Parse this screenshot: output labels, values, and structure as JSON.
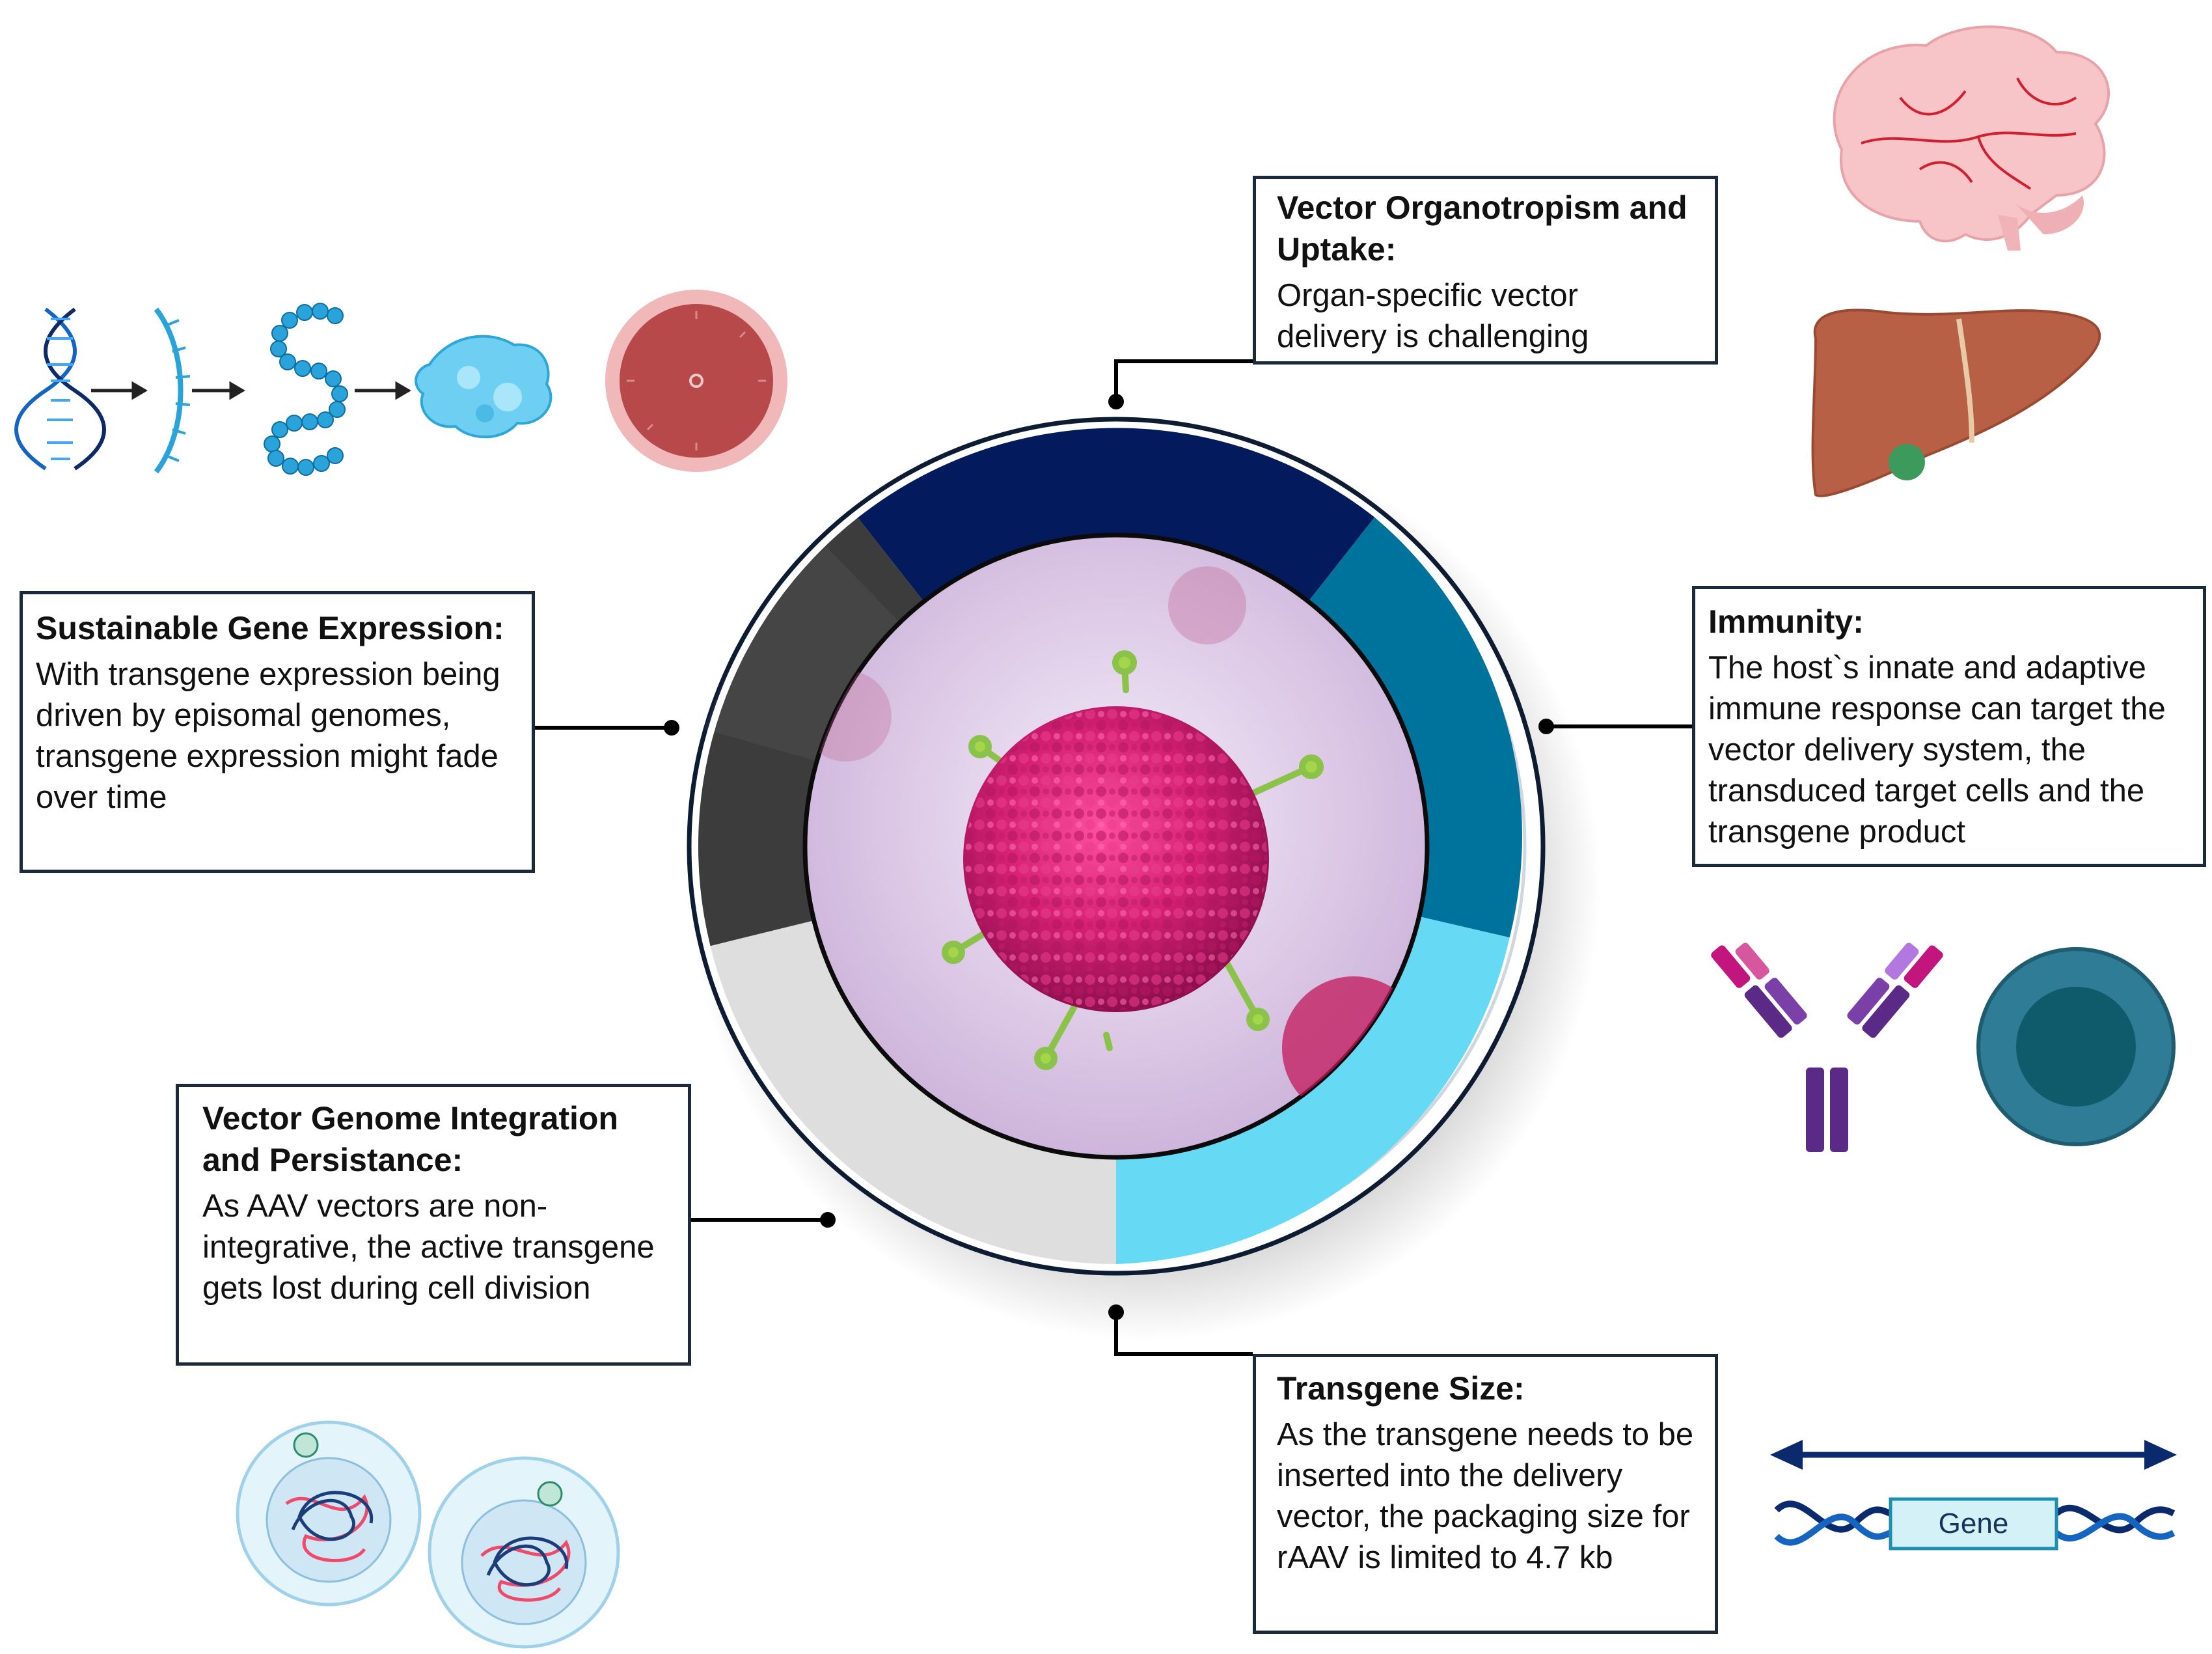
{
  "boxes": {
    "organotropism": {
      "title": "Vector Organotropism and Uptake:",
      "text": "Organ-specific vector delivery is challenging"
    },
    "immunity": {
      "title": "Immunity:",
      "text": "The host`s innate and adaptive immune response can target the vector delivery system, the transduced target cells and the transgene product"
    },
    "transgene_size": {
      "title": "Transgene Size:",
      "text": "As the transgene needs to be inserted into the delivery vector, the packaging size for rAAV is limited to 4.7 kb"
    },
    "integration": {
      "title": "Vector Genome Integration and Persistance:",
      "text": "As AAV vectors are non-integrative, the active transgene gets lost during cell division"
    },
    "expression": {
      "title": "Sustainable Gene Expression:",
      "text": "With transgene expression being driven by episomal genomes, transgene expression might fade over time"
    }
  },
  "gene_label": "Gene",
  "colors": {
    "ring_dark_navy": "#031a5c",
    "ring_teal": "#00739d",
    "ring_light_blue": "#66d9f5",
    "ring_light_gray": "#dedede",
    "ring_dark_gray": "#3c3c3c",
    "virus_magenta": "#c2185b",
    "spike_green": "#9acd32",
    "box_border": "#1b2a3a"
  },
  "icons": [
    "dna-to-protein-icon",
    "cell-icon",
    "brain-icon",
    "liver-icon",
    "antibody-icon",
    "immune-cell-icon",
    "dividing-cells-icon",
    "gene-dna-icon",
    "aav-virus-icon"
  ]
}
